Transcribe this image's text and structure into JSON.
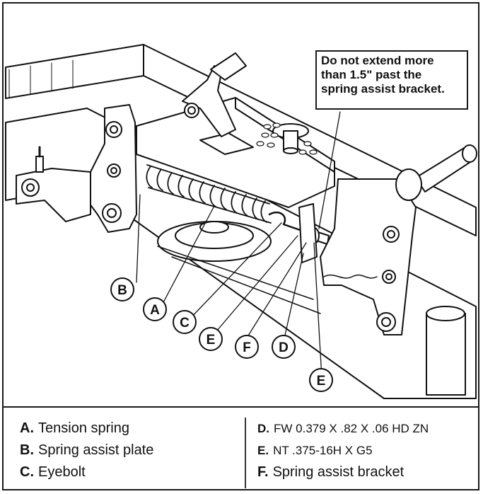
{
  "note": {
    "line1": "Do not extend more",
    "line2": "than 1.5\" past the",
    "line3": "spring assist bracket."
  },
  "callouts": [
    {
      "id": "b",
      "letter": "B"
    },
    {
      "id": "a",
      "letter": "A"
    },
    {
      "id": "c",
      "letter": "C"
    },
    {
      "id": "e1",
      "letter": "E"
    },
    {
      "id": "f",
      "letter": "F"
    },
    {
      "id": "d",
      "letter": "D"
    },
    {
      "id": "e2",
      "letter": "E"
    }
  ],
  "legend_left": [
    {
      "key": "A.",
      "text": "Tension spring"
    },
    {
      "key": "B.",
      "text": "Spring assist plate"
    },
    {
      "key": "C.",
      "text": "Eyebolt"
    }
  ],
  "legend_right": [
    {
      "key": "D.",
      "text": "FW 0.379 X .82 X .06 HD ZN"
    },
    {
      "key": "E.",
      "text": "NT .375-16H X G5"
    },
    {
      "key": "F.",
      "text": "Spring assist bracket"
    }
  ]
}
